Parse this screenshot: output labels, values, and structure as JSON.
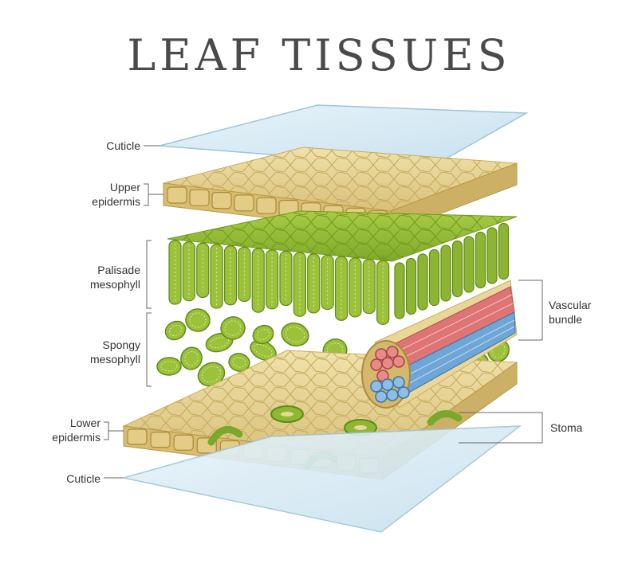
{
  "title": "LEAF TISSUES",
  "labels": {
    "cuticle_top": "Cuticle",
    "upper_epidermis_1": "Upper",
    "upper_epidermis_2": "epidermis",
    "palisade_1": "Palisade",
    "palisade_2": "mesophyll",
    "spongy_1": "Spongy",
    "spongy_2": "mesophyll",
    "lower_epidermis_1": "Lower",
    "lower_epidermis_2": "epidermis",
    "cuticle_bottom": "Cuticle",
    "vascular_1": "Vascular",
    "vascular_2": "bundle",
    "stoma": "Stoma"
  },
  "colors": {
    "epidermis": "#e9d79a",
    "epidermis_edge": "#c8ad5d",
    "palisade": "#9cc13a",
    "palisade_dark": "#6f9a1f",
    "spongy": "#8fb832",
    "cuticle": "#dcecf5",
    "xylem": "#de7474",
    "phloem": "#6fa6d8"
  }
}
